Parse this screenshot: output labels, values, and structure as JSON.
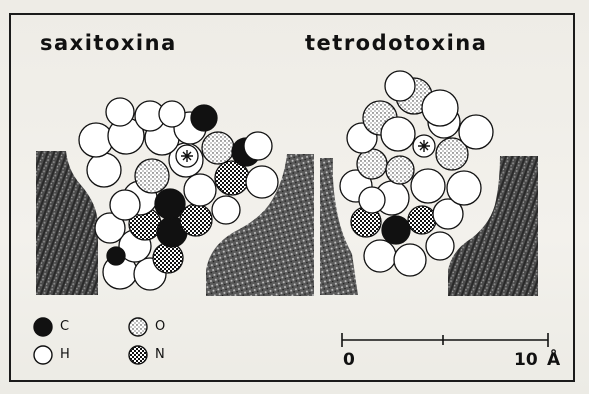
{
  "titles": {
    "left": "saxitoxina",
    "right": "tetrodotoxina"
  },
  "legend": [
    {
      "symbol": "C",
      "fill": "black",
      "label": "C"
    },
    {
      "symbol": "H",
      "fill": "white",
      "label": "H"
    },
    {
      "symbol": "O",
      "fill": "dotted",
      "label": "O"
    },
    {
      "symbol": "N",
      "fill": "checked",
      "label": "N"
    }
  ],
  "scale_bar": {
    "start_label": "0",
    "end_value": "10",
    "unit": "Å"
  },
  "colors": {
    "ink": "#111111",
    "paper": "#f1efe9"
  }
}
